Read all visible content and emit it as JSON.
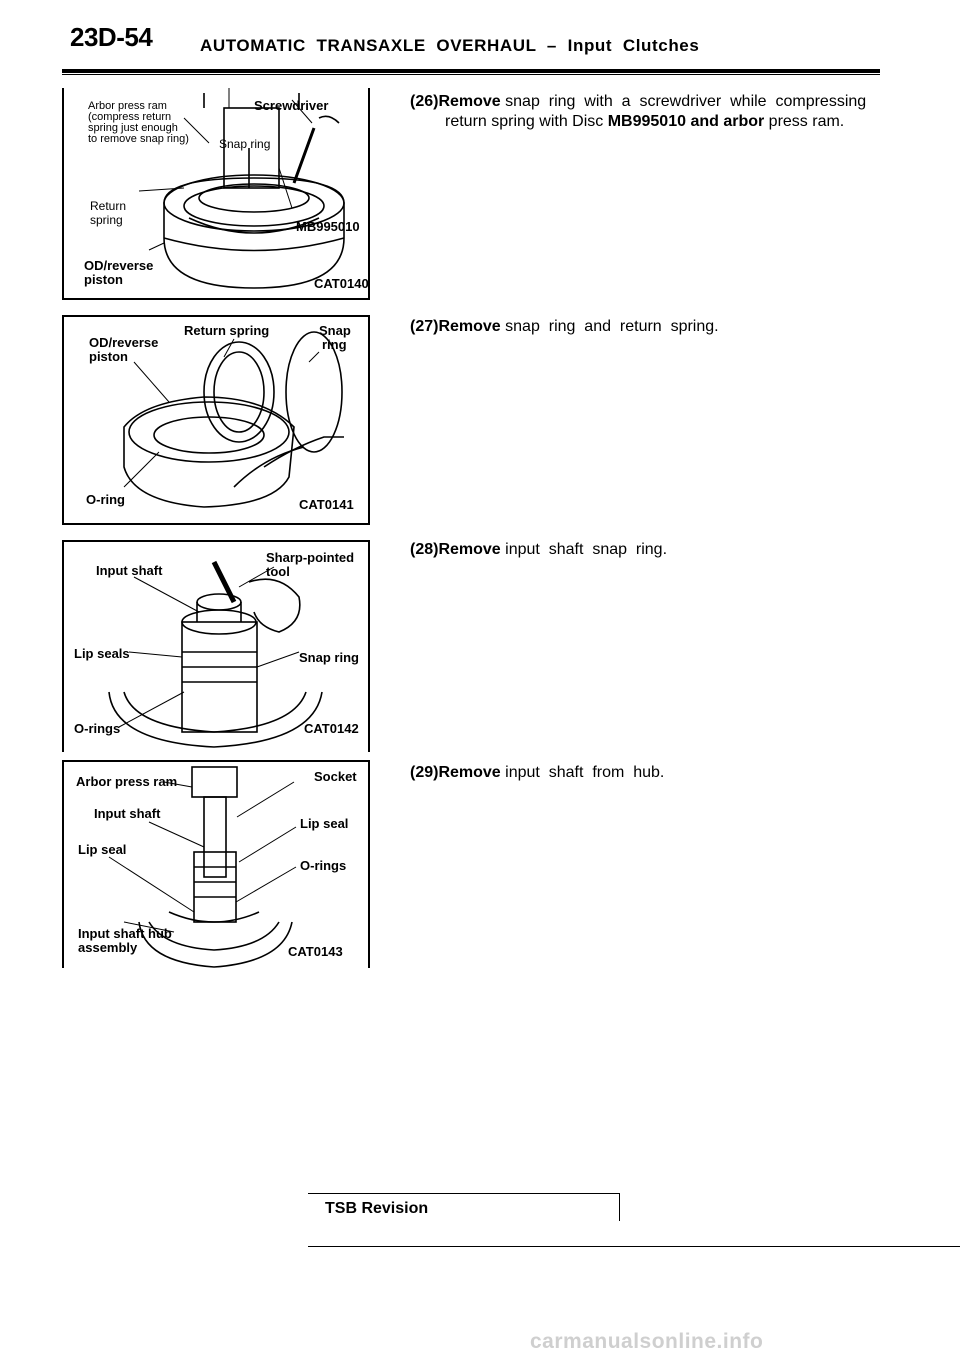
{
  "header": {
    "page_number": "23D-54",
    "title": "AUTOMATIC  TRANSAXLE  OVERHAUL  –  Input  Clutches"
  },
  "figures": [
    {
      "code": "CAT0140",
      "labels": {
        "arbor_line1": "Arbor  press  ram",
        "arbor_line2": "(compress  return",
        "arbor_line3": "spring  just  enough",
        "arbor_line4": "to  remove  snap  ring)",
        "screwdriver": "Screwdriver",
        "snap_ring": "Snap  ring",
        "return_spring_1": "Return",
        "return_spring_2": "spring",
        "tool": "MB995010",
        "piston_1": "OD/reverse",
        "piston_2": "piston"
      }
    },
    {
      "code": "CAT0141",
      "labels": {
        "piston_1": "OD/reverse",
        "piston_2": "piston",
        "return_spring": "Return spring",
        "snap_1": "Snap",
        "snap_2": "ring",
        "oring": "O-ring"
      }
    },
    {
      "code": "CAT0142",
      "labels": {
        "input_shaft": "Input shaft",
        "tool_1": "Sharp-pointed",
        "tool_2": "tool",
        "lip_seals": "Lip seals",
        "snap_ring": "Snap ring",
        "orings": "O-rings"
      }
    },
    {
      "code": "CAT0143",
      "labels": {
        "arbor": "Arbor press ram",
        "socket": "Socket",
        "input_shaft": "Input shaft",
        "lip_seal_r": "Lip seal",
        "lip_seal_l": "Lip seal",
        "orings": "O-rings",
        "hub_1": "Input  shaft  hub",
        "hub_2": "assembly"
      }
    }
  ],
  "steps": [
    {
      "num": "(26)",
      "verb": "Remove",
      "text": " snap  ring  with  a  screwdriver  while  compressing",
      "text2_a": "return spring with Disc ",
      "text2_b": "MB995010 and arbor",
      "text2_c": " press ram."
    },
    {
      "num": "(27)",
      "verb": "Remove",
      "text": " snap  ring  and  return  spring."
    },
    {
      "num": "(28)",
      "verb": "Remove",
      "text": " input  shaft  snap  ring."
    },
    {
      "num": "(29)",
      "verb": "Remove",
      "text": " input  shaft  from  hub."
    }
  ],
  "footer": {
    "tsb": "TSB  Revision",
    "watermark": "carmanualsonline.info"
  }
}
